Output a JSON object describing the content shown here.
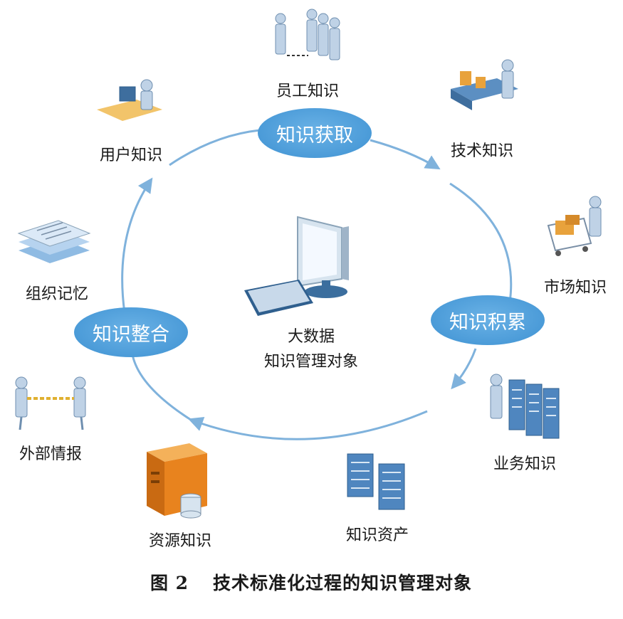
{
  "stages": {
    "acquire": "知识获取",
    "accumulate": "知识积累",
    "integrate": "知识整合"
  },
  "center": {
    "line1": "大数据",
    "line2": "知识管理对象"
  },
  "nodes": {
    "employee": "员工知识",
    "technical": "技术知识",
    "market": "市场知识",
    "business": "业务知识",
    "assets": "知识资产",
    "resource": "资源知识",
    "external": "外部情报",
    "org_memory": "组织记忆",
    "user": "用户知识"
  },
  "caption": {
    "figure_no": "图 2",
    "title": "技术标准化过程的知识管理对象"
  },
  "colors": {
    "cycle_line": "#7fb2dc",
    "oval_fill": "#4b9bd8",
    "text": "#1a1a1a"
  }
}
